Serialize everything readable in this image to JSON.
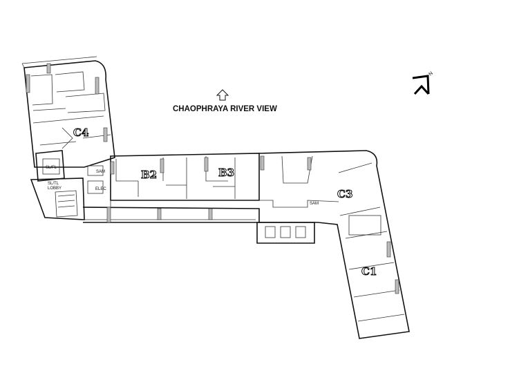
{
  "title": "CHAOPHRAYA RIVER VIEW",
  "north_label": "N",
  "units": {
    "c4": "C4",
    "b2": "B2",
    "b3": "B3",
    "c3": "C3",
    "c1": "C1"
  },
  "rooms": {
    "sam_left": "SAM",
    "elec": "ELEC",
    "sl_fl": "SL/FL",
    "lobby_1": "SL/TL",
    "lobby_2": "LOBBY",
    "sam_right": "SAM"
  }
}
